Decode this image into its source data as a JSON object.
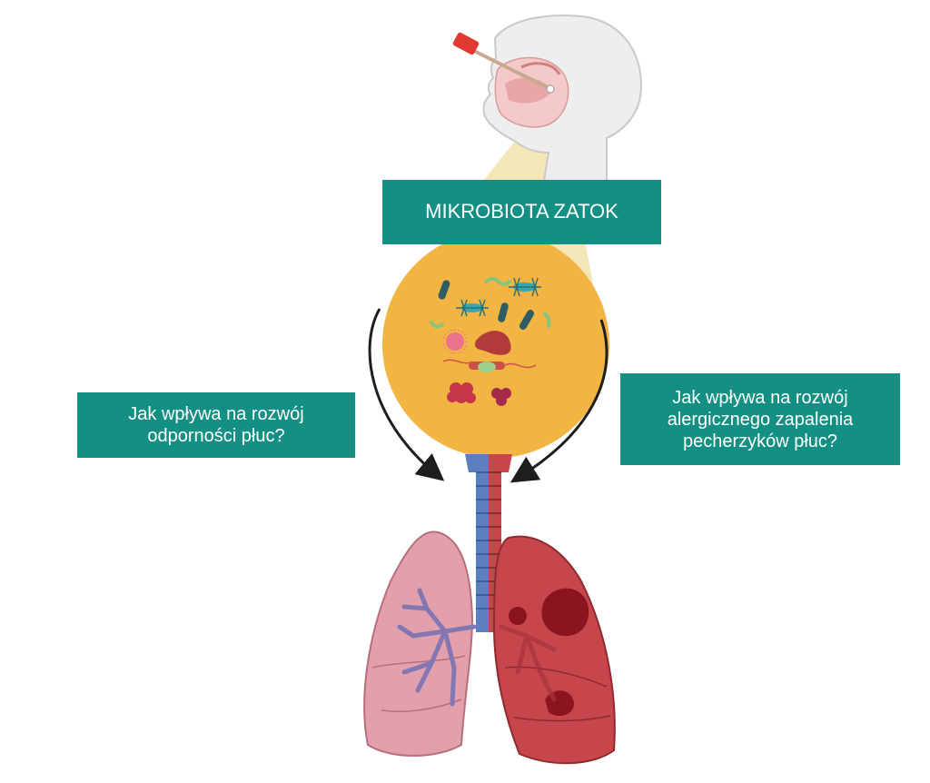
{
  "title": "MIKROBIOTA ZATOK",
  "question_left": "Jak wpływa na rozwój odporności płuc?",
  "question_right": "Jak wpływa na rozwój alergicznego zapalenia pecherzyków płuc?",
  "colors": {
    "label_background": "#148f83",
    "microbiota_circle": "#f2b443",
    "airway_left": "#5b7fbf",
    "airway_right": "#c8454a",
    "healthy_lung": "#e2a0ac",
    "inflamed_lung": "#c6464b"
  },
  "icons": [
    "head-profile-icon",
    "nasal-swab-icon",
    "bacteria-icon",
    "lungs-icon",
    "arrow-icon"
  ]
}
